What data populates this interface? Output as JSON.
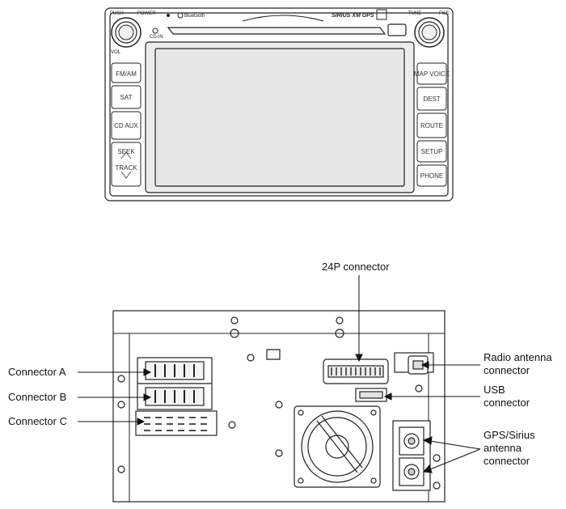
{
  "front_panel": {
    "push_label": "PUSH",
    "power_label": "POWER",
    "bluetooth_label": "Bluetooth",
    "cd_in_label": "CD-IN",
    "vol_label": "VOL",
    "tune_label": "TUNE",
    "file_label": "FILE",
    "badge_label": "SIRIUS XM GPS",
    "left_buttons": [
      "FM/AM",
      "SAT",
      "CD AUX",
      "SEEK",
      "TRACK"
    ],
    "right_buttons": [
      "MAP VOICE",
      "DEST",
      "ROUTE",
      "SETUP",
      "PHONE"
    ]
  },
  "rear_panel": {
    "callouts": {
      "connector_a": "Connector A",
      "connector_b": "Connector B",
      "connector_c": "Connector C",
      "connector_24p": "24P connector",
      "radio_antenna_line1": "Radio antenna",
      "radio_antenna_line2": "connector",
      "usb_line1": "USB",
      "usb_line2": "connector",
      "gps_line1": "GPS/Sirius",
      "gps_line2": "antenna",
      "gps_line3": "connector"
    }
  },
  "colors": {
    "line": "#222222",
    "screen": "#e9e9e9",
    "panel": "#ffffff"
  }
}
